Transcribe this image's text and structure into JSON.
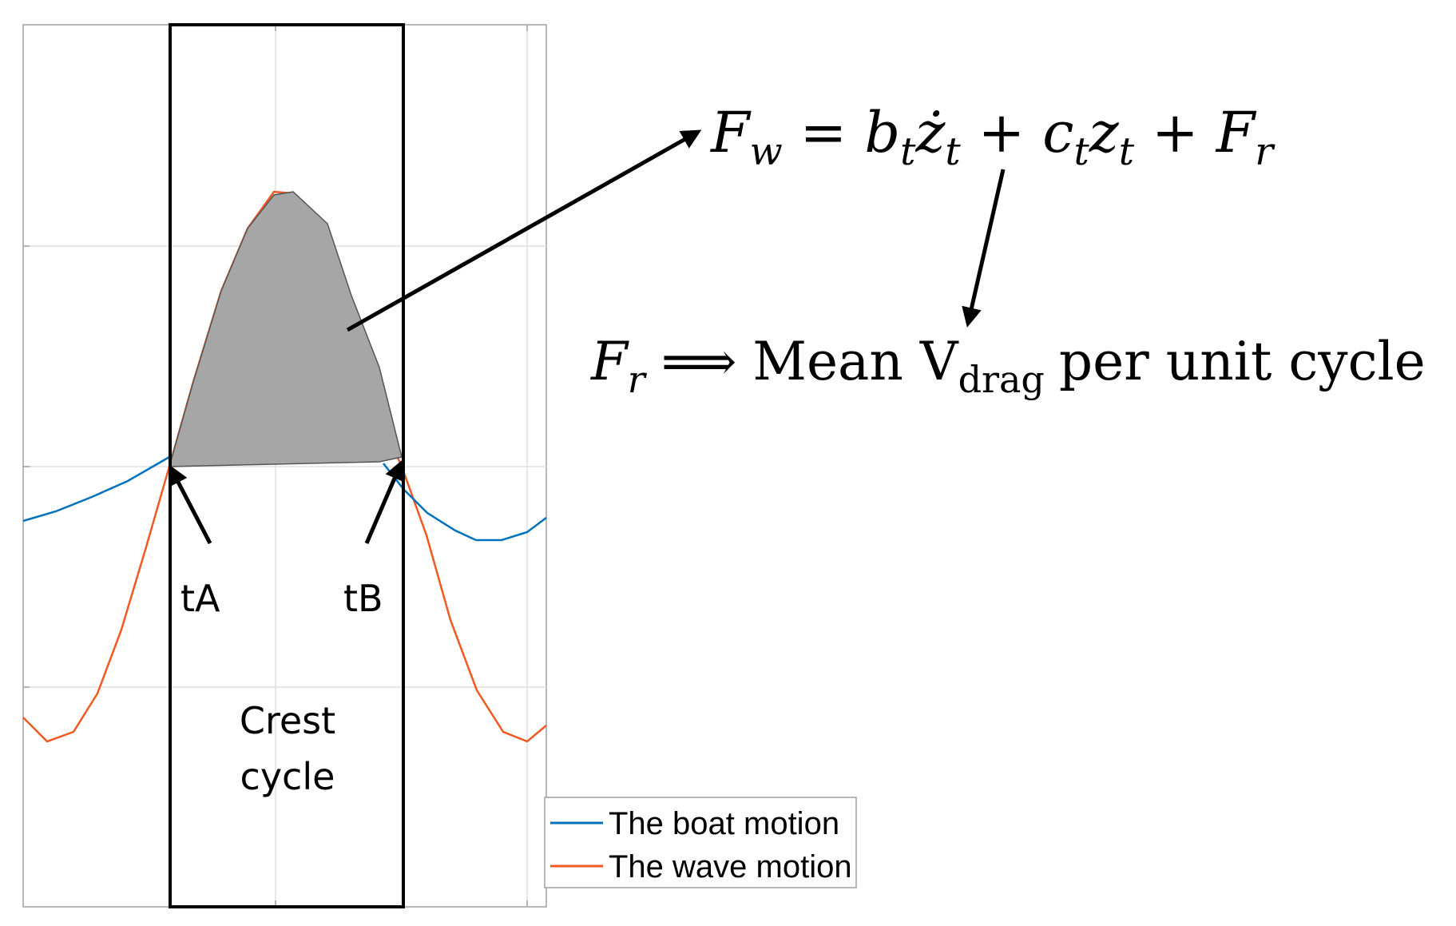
{
  "labels": {
    "t_a": "tA",
    "t_b": "tB",
    "crest_line1": "Crest",
    "crest_line2": "cycle"
  },
  "equation": {
    "lhs": "F",
    "lhs_sub": "w",
    "equals": "=",
    "b": "b",
    "b_sub": "t",
    "zdot": "ż",
    "zdot_sub": "t",
    "plus1": "+",
    "c": "c",
    "c_sub": "t",
    "z": "z",
    "z_sub": "t",
    "plus2": "+",
    "fr": "F",
    "fr_sub": "r"
  },
  "implication": {
    "fr": "F",
    "fr_sub": "r",
    "arrow": "⟹",
    "text_before": "Mean V",
    "v_sub": "drag",
    "text_after": "per unit cycle"
  },
  "legend": {
    "entries": [
      {
        "label": "The boat motion",
        "color": "#0072BD"
      },
      {
        "label": "The wave motion",
        "color": "#F05A22"
      }
    ]
  },
  "colors": {
    "boat": "#0072BD",
    "wave": "#F05A22",
    "crest_fill": "#A6A6A6",
    "grid": "#E0E0E0",
    "axis": "#A0A0A0"
  }
}
